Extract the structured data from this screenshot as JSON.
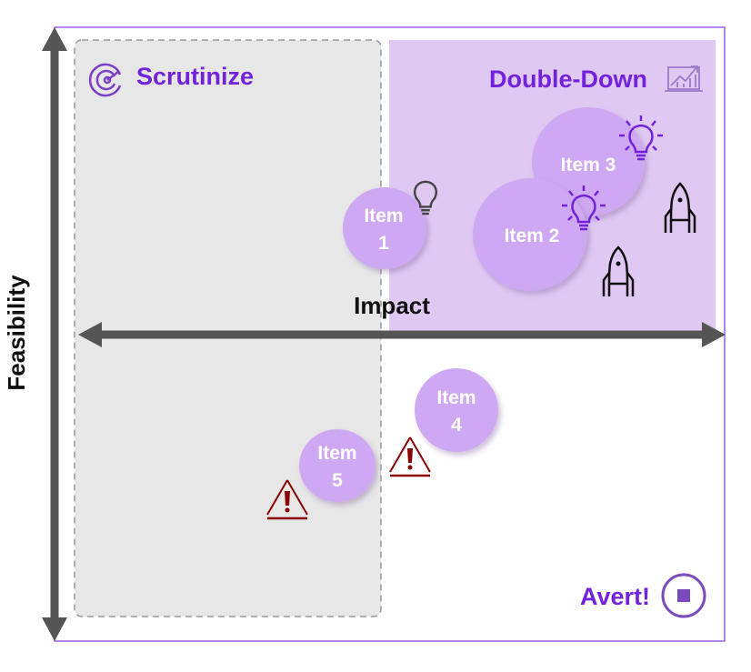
{
  "axes": {
    "x_label": "Impact",
    "y_label": "Feasibility"
  },
  "quadrants": {
    "top_left": {
      "title": "Scrutinize",
      "icon": "target-icon"
    },
    "top_right": {
      "title": "Double-Down",
      "icon": "growth-chart-icon"
    },
    "bottom_right": {
      "title": "Avert!",
      "icon": "stop-icon"
    }
  },
  "items": [
    {
      "line1": "Item",
      "line2": "1",
      "icon": "lightbulb-icon"
    },
    {
      "line1": "Item 2",
      "icons": [
        "lightbulb-icon",
        "rocket-icon"
      ]
    },
    {
      "line1": "Item 3",
      "icons": [
        "lightbulb-icon",
        "rocket-icon"
      ]
    },
    {
      "line1": "Item",
      "line2": "4",
      "icon": "warning-icon"
    },
    {
      "line1": "Item",
      "line2": "5",
      "icon": "warning-icon"
    }
  ],
  "colors": {
    "accent": "#7322dc",
    "bubble": "#cfa8f3",
    "quadrant": "#dfc9f3",
    "warning": "#8b0000",
    "axis": "#555555"
  }
}
